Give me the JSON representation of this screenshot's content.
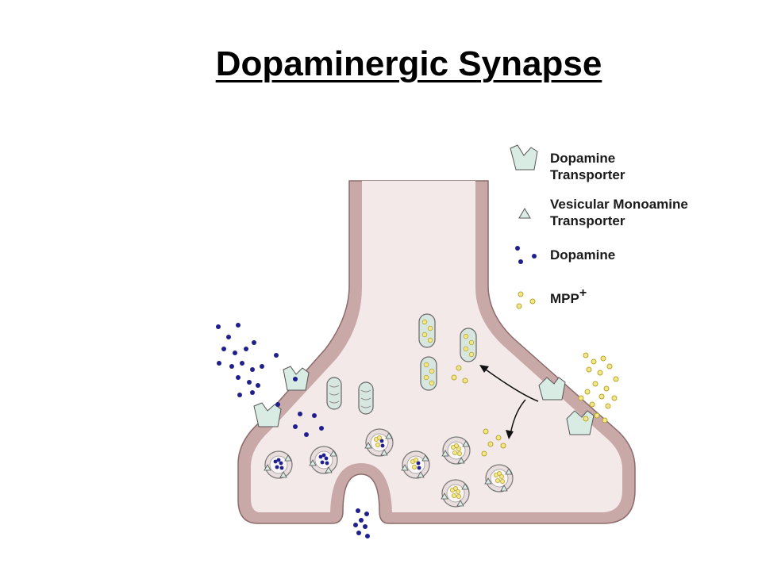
{
  "title": "Dopaminergic Synapse",
  "legend": {
    "dat_line1": "Dopamine",
    "dat_line2": "Transporter",
    "vmat_line1": "Vesicular Monoamine",
    "vmat_line2": "Transporter",
    "dopamine": "Dopamine",
    "mpp": "MPP",
    "mpp_sup": "+"
  },
  "colors": {
    "membrane": "#c9a8a8",
    "cytoplasm": "#f4e9e9",
    "transporter": "#d8ece4",
    "dopamine": "#1f1f8f",
    "mpp_fill": "#f2e88a",
    "mpp_stroke": "#b8a630"
  }
}
